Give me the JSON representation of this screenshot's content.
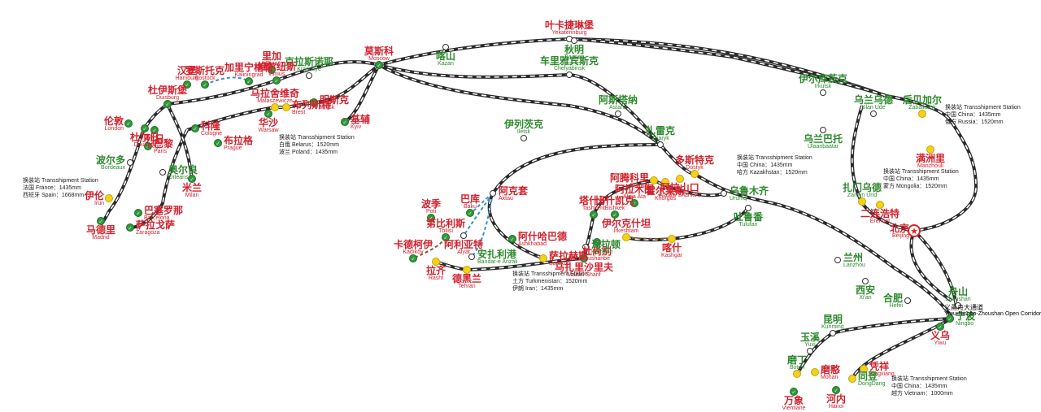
{
  "colors": {
    "track": "#2a2a2a",
    "track_inner": "#ffffff",
    "station_green": "#2e9a3a",
    "station_yellow": "#f2d21a",
    "red_text": "#d3212d",
    "green_text": "#2d8a2d",
    "dashed_link": "#3a8fd0",
    "dashed_brown": "#8a5a2b",
    "capital": "#e02020"
  },
  "stations": [
    {
      "id": "yekaterinburg",
      "cn": "叶卡捷琳堡",
      "en": "Yekaterinburg",
      "color": "red",
      "kind": "white"
    },
    {
      "id": "tyumen",
      "cn": "秋明",
      "en": "Tyumen",
      "color": "green",
      "kind": "white"
    },
    {
      "id": "kazan",
      "cn": "喀山",
      "en": "Kazan",
      "color": "green",
      "kind": "white"
    },
    {
      "id": "moscow",
      "cn": "莫斯科",
      "en": "Moscow",
      "color": "red",
      "kind": "green"
    },
    {
      "id": "riga",
      "cn": "里加",
      "en": "Riga",
      "color": "red",
      "kind": "green"
    },
    {
      "id": "krasnoye",
      "cn": "克拉斯诺耶",
      "en": "Krasnoye",
      "color": "green",
      "kind": "white"
    },
    {
      "id": "vilnius",
      "cn": "维尔纽斯",
      "en": "Vilnius",
      "color": "red",
      "kind": "green"
    },
    {
      "id": "kaliningrad",
      "cn": "加里宁格勒",
      "en": "Kaliningrad",
      "color": "red",
      "kind": "green"
    },
    {
      "id": "rostock",
      "cn": "罗斯托克",
      "en": "Rostock",
      "color": "red",
      "kind": "green"
    },
    {
      "id": "hamburg",
      "cn": "汉堡",
      "en": "Hamburg",
      "color": "red",
      "kind": "green"
    },
    {
      "id": "malaszewicze",
      "cn": "马拉舍维奇",
      "en": "Malaszewicze",
      "color": "red",
      "kind": "yellow"
    },
    {
      "id": "minsk",
      "cn": "明斯克",
      "en": "Minsk",
      "color": "red",
      "kind": "green"
    },
    {
      "id": "brest",
      "cn": "布列斯特",
      "en": "Brest",
      "color": "red",
      "kind": "yellow"
    },
    {
      "id": "warsaw",
      "cn": "华沙",
      "en": "Warsaw",
      "color": "red",
      "kind": "green"
    },
    {
      "id": "kyiv",
      "cn": "基辅",
      "en": "Kyiv",
      "color": "red",
      "kind": "green"
    },
    {
      "id": "duisburg",
      "cn": "杜伊斯堡",
      "en": "Duisburg",
      "color": "red",
      "kind": "green"
    },
    {
      "id": "london",
      "cn": "伦敦",
      "en": "London",
      "color": "red",
      "kind": "green"
    },
    {
      "id": "dourges",
      "cn": "杜尔日",
      "en": "Dourges",
      "color": "red",
      "kind": "green"
    },
    {
      "id": "liege",
      "cn": "列日",
      "en": "Liège",
      "color": "red",
      "kind": "green"
    },
    {
      "id": "paris",
      "cn": "巴黎",
      "en": "Paris",
      "color": "red",
      "kind": "green"
    },
    {
      "id": "cologne",
      "cn": "科隆",
      "en": "Cologne",
      "color": "red",
      "kind": "green"
    },
    {
      "id": "prague",
      "cn": "布拉格",
      "en": "Prague",
      "color": "red",
      "kind": "green"
    },
    {
      "id": "bordeaux",
      "cn": "波尔多",
      "en": "Bordeaux",
      "color": "green",
      "kind": "white"
    },
    {
      "id": "orleans",
      "cn": "奥尔良",
      "en": "Orléans",
      "color": "green",
      "kind": "white"
    },
    {
      "id": "milan",
      "cn": "米兰",
      "en": "Milan",
      "color": "red",
      "kind": "green"
    },
    {
      "id": "irun",
      "cn": "伊伦",
      "en": "Irun",
      "color": "red",
      "kind": "yellow"
    },
    {
      "id": "barcelona",
      "cn": "巴塞罗那",
      "en": "Barcelona",
      "color": "red",
      "kind": "green"
    },
    {
      "id": "zaragoza",
      "cn": "萨拉戈萨",
      "en": "Zaragoza",
      "color": "red",
      "kind": "green"
    },
    {
      "id": "madrid",
      "cn": "马德里",
      "en": "Madrid",
      "color": "red",
      "kind": "green"
    },
    {
      "id": "chelyabinsk",
      "cn": "车里雅宾斯克",
      "en": "Chelyabinsk",
      "color": "green",
      "kind": "white"
    },
    {
      "id": "astana",
      "cn": "阿斯塔纳",
      "en": "Astana",
      "color": "green",
      "kind": "white"
    },
    {
      "id": "iletsk",
      "cn": "伊列茨克",
      "en": "Iletsk",
      "color": "green",
      "kind": "white"
    },
    {
      "id": "zharyk",
      "cn": "扎雷克",
      "en": "Zharyk",
      "color": "green",
      "kind": "white"
    },
    {
      "id": "dostyk",
      "cn": "多斯特克",
      "en": "Dostyk",
      "color": "red",
      "kind": "yellow"
    },
    {
      "id": "altynkol",
      "cn": "阿腾科里",
      "en": "Altynkol",
      "color": "red",
      "kind": "yellow"
    },
    {
      "id": "alashankou",
      "cn": "阿拉山口",
      "en": "Alataw Shankou",
      "color": "red",
      "kind": "yellow"
    },
    {
      "id": "khorgos",
      "cn": "霍尔果斯",
      "en": "Khorgos",
      "color": "red",
      "kind": "yellow"
    },
    {
      "id": "urumqi",
      "cn": "乌鲁木齐",
      "en": "Urumqi",
      "color": "green",
      "kind": "white"
    },
    {
      "id": "tulufan",
      "cn": "吐鲁番",
      "en": "Tulufan",
      "color": "green",
      "kind": "white"
    },
    {
      "id": "kashgar",
      "cn": "喀什",
      "en": "Kashgar",
      "color": "red",
      "kind": "yellow"
    },
    {
      "id": "irkeshtam",
      "cn": "伊尔克什坦",
      "en": "Irkeshtam",
      "color": "red",
      "kind": "yellow"
    },
    {
      "id": "tashkent",
      "cn": "塔什干",
      "en": "Tashkent",
      "color": "red",
      "kind": "green"
    },
    {
      "id": "almaata",
      "cn": "阿拉木图",
      "en": "Alma Ata",
      "color": "red",
      "kind": "green"
    },
    {
      "id": "bishkek",
      "cn": "比什凯克",
      "en": "Bishkek",
      "color": "red",
      "kind": "green"
    },
    {
      "id": "dushanbe",
      "cn": "杜尚别",
      "en": "Dushanbe",
      "color": "red",
      "kind": "green"
    },
    {
      "id": "hairaton",
      "cn": "海拉顿",
      "en": "Hairaton",
      "color": "green",
      "kind": "white"
    },
    {
      "id": "mazarisharif",
      "cn": "马扎里沙里夫",
      "en": "Mazari Sharif",
      "color": "red",
      "kind": "green"
    },
    {
      "id": "sarakhs",
      "cn": "萨拉赫斯",
      "en": "Sarakhs",
      "color": "red",
      "kind": "yellow"
    },
    {
      "id": "ashgabat",
      "cn": "阿什哈巴德",
      "en": "Ashkhabad",
      "color": "red",
      "kind": "green"
    },
    {
      "id": "tehran",
      "cn": "德黑兰",
      "en": "Tehran",
      "color": "red",
      "kind": "yellow"
    },
    {
      "id": "aktau",
      "cn": "阿克套",
      "en": "Aktau",
      "color": "red",
      "kind": "white"
    },
    {
      "id": "baku",
      "cn": "巴库",
      "en": "Baku",
      "color": "red",
      "kind": "green"
    },
    {
      "id": "poti",
      "cn": "波季",
      "en": "Poti",
      "color": "red",
      "kind": "green"
    },
    {
      "id": "tbilisi",
      "cn": "第比利斯",
      "en": "Tbilisi",
      "color": "red",
      "kind": "green"
    },
    {
      "id": "alyat",
      "cn": "阿利亚特",
      "en": "Alyat",
      "color": "red",
      "kind": "white"
    },
    {
      "id": "bandaranzali",
      "cn": "安扎利港",
      "en": "Bandar-e Anzali",
      "color": "green",
      "kind": "white"
    },
    {
      "id": "kadikoy",
      "cn": "卡德柯伊",
      "en": "Kadıköy",
      "color": "red",
      "kind": "green"
    },
    {
      "id": "rasht",
      "cn": "拉齐",
      "en": "Rasht",
      "color": "red",
      "kind": "yellow"
    },
    {
      "id": "irkutsk",
      "cn": "伊尔库茨克",
      "en": "Irkutsk",
      "color": "green",
      "kind": "white"
    },
    {
      "id": "ulanude",
      "cn": "乌兰乌德",
      "en": "Ulan Ude",
      "color": "green",
      "kind": "white"
    },
    {
      "id": "zabaikalsk",
      "cn": "后贝加尔",
      "en": "Zabaikalsk",
      "color": "green",
      "kind": "yellow"
    },
    {
      "id": "manzhouli",
      "cn": "满洲里",
      "en": "Manzhouli",
      "color": "red",
      "kind": "yellow"
    },
    {
      "id": "ulaanbaatar",
      "cn": "乌兰巴托",
      "en": "Ulaanbaatar",
      "color": "green",
      "kind": "white"
    },
    {
      "id": "zamynuud",
      "cn": "扎门乌德",
      "en": "Zamyn Und",
      "color": "green",
      "kind": "yellow"
    },
    {
      "id": "erenhot",
      "cn": "二连浩特",
      "en": "Erenhot",
      "color": "red",
      "kind": "yellow"
    },
    {
      "id": "beijing",
      "cn": "北京",
      "en": "Beijing",
      "color": "red",
      "kind": "capital"
    },
    {
      "id": "lanzhou",
      "cn": "兰州",
      "en": "Lanzhou",
      "color": "green",
      "kind": "white"
    },
    {
      "id": "xian",
      "cn": "西安",
      "en": "Xi'an",
      "color": "green",
      "kind": "white"
    },
    {
      "id": "hefei",
      "cn": "合肥",
      "en": "Hefei",
      "color": "green",
      "kind": "white"
    },
    {
      "id": "zhoushan",
      "cn": "舟山",
      "en": "Zhoushan",
      "color": "green",
      "kind": "white"
    },
    {
      "id": "ningbo",
      "cn": "宁波",
      "en": "Ningbo",
      "color": "green",
      "kind": "green"
    },
    {
      "id": "yiwuopen",
      "cn": "义甬舟大通道",
      "en": "Yiwu-Ningbo-Zhoushan Open Corridor",
      "color": "black",
      "kind": "none"
    },
    {
      "id": "yiwu",
      "cn": "义乌",
      "en": "Yiwu",
      "color": "red",
      "kind": "green"
    },
    {
      "id": "kunming",
      "cn": "昆明",
      "en": "Kunming",
      "color": "green",
      "kind": "white"
    },
    {
      "id": "yuxi",
      "cn": "玉溪",
      "en": "Yuxi",
      "color": "green",
      "kind": "white"
    },
    {
      "id": "boten",
      "cn": "磨丁",
      "en": "Boten",
      "color": "green",
      "kind": "yellow"
    },
    {
      "id": "mohan",
      "cn": "磨憨",
      "en": "Mohan",
      "color": "red",
      "kind": "yellow"
    },
    {
      "id": "vientiane",
      "cn": "万象",
      "en": "Vientiane",
      "color": "red",
      "kind": "green"
    },
    {
      "id": "hanoi",
      "cn": "河内",
      "en": "Hanoi",
      "color": "red",
      "kind": "green"
    },
    {
      "id": "pingxiang",
      "cn": "凭祥",
      "en": "Pingxiang",
      "color": "red",
      "kind": "yellow"
    },
    {
      "id": "dongdang",
      "cn": "同登",
      "en": "DongDang",
      "color": "green",
      "kind": "yellow"
    }
  ],
  "notes": {
    "brest": [
      "换装站 Transshipment Station",
      "白俄 Belarus：1520mm",
      "波兰 Poland：1435mm"
    ],
    "dostyk": [
      "换装站 Transshipment Station",
      "中国 China：1435mm",
      "哈方 Kazakhstan：1520mm"
    ],
    "manzhouli": [
      "换装站 Transshipment Station",
      "中国 China：1435mm",
      "俄方 Russia：1520mm"
    ],
    "erenhot": [
      "换装站 Transshipment Station",
      "中国 China：1435mm",
      "蒙方 Mongolia：1520mm"
    ],
    "irun": [
      "换装站 Transshipment Station",
      "法国 France：1435mm",
      "西班牙 Spain：1668mm"
    ],
    "sarakhs": [
      "换装站 Transshipment Station",
      "土方 Turkmenistan：1520mm",
      "伊朗 Iran：1435mm"
    ],
    "dongdang": [
      "换装站 Transshipment Station",
      "中国 China：1435mm",
      "越方 Vietnam：1000mm"
    ]
  }
}
